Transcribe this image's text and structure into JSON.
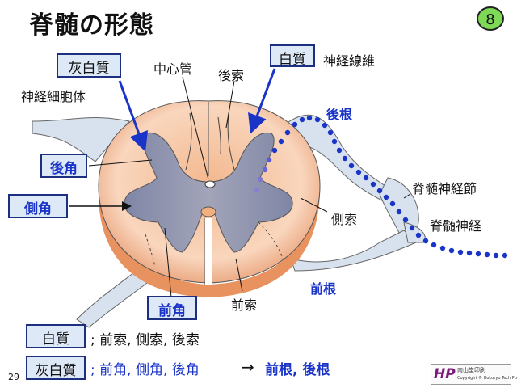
{
  "title": "脊髄の形態",
  "slide_number": "8",
  "page_number": "29",
  "labels": {
    "gray_matter_box": "灰白質",
    "neuron_body": "神経細胞体",
    "central_canal": "中心管",
    "posterior_funiculus": "後索",
    "white_matter_box": "白質",
    "nerve_fiber": "神経線維",
    "posterior_root": "後根",
    "posterior_horn": "後角",
    "lateral_horn": "側角",
    "lateral_funiculus": "側索",
    "spinal_ganglion": "脊髄神経節",
    "spinal_nerve": "脊髄神経",
    "anterior_root": "前根",
    "anterior_horn": "前角",
    "anterior_funiculus": "前索"
  },
  "summary": {
    "white_box": "白質",
    "white_text": "; 前索, 側索, 後索",
    "gray_box": "灰白質",
    "gray_text": "; 前角, 側角, 後角",
    "arrow": "→",
    "root_text": "前根, 後根"
  },
  "logo": {
    "mark": "HP",
    "name": "南山堂印刷",
    "copyright": "Copyright © Hokuryo Tech Publishing Inc."
  },
  "colors": {
    "accent_blue": "#1a34c8",
    "box_border": "#1c2f80",
    "box_fill": "#dde9f7",
    "white_matter": "#f6c9a8",
    "gray_matter": "#8a8faa",
    "nerve": "#d8e2ee",
    "badge": "#7ed957"
  }
}
